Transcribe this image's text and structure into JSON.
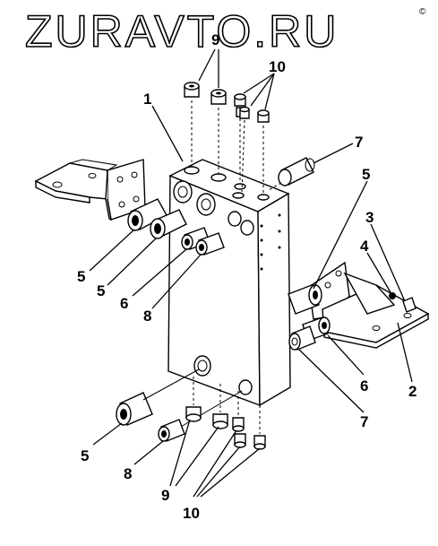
{
  "watermark": "ZURAVTO.RU",
  "small_mark": "©",
  "callouts": {
    "c1": "1",
    "c2": "2",
    "c3": "3",
    "c4": "4",
    "c5a": "5",
    "c5b": "5",
    "c5c": "5",
    "c5d": "5",
    "c6a": "6",
    "c6b": "6",
    "c7a": "7",
    "c7b": "7",
    "c8a": "8",
    "c8b": "8",
    "c9a": "9",
    "c9b": "9",
    "c10a": "10",
    "c10b": "10"
  }
}
